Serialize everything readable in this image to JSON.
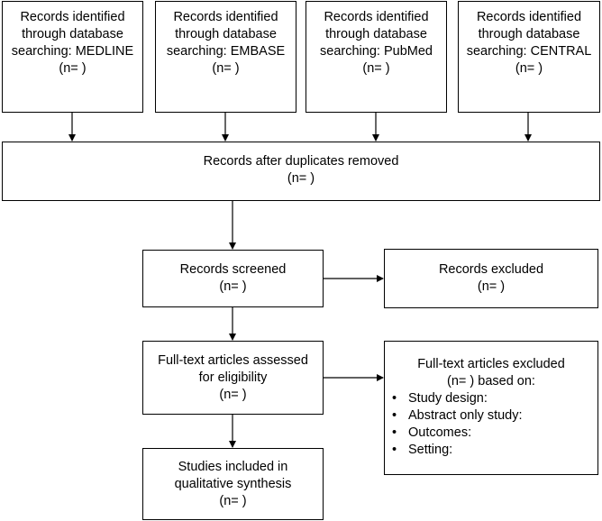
{
  "sources": [
    {
      "line1": "Records identified",
      "line2": "through database",
      "line3": "searching: MEDLINE",
      "count": "(n= )"
    },
    {
      "line1": "Records identified",
      "line2": "through database",
      "line3": "searching: EMBASE",
      "count": "(n= )"
    },
    {
      "line1": "Records identified",
      "line2": "through database",
      "line3": "searching: PubMed",
      "count": "(n= )"
    },
    {
      "line1": "Records identified",
      "line2": "through database",
      "line3": "searching: CENTRAL",
      "count": "(n= )"
    }
  ],
  "dedup": {
    "label": "Records after duplicates removed",
    "count": "(n= )"
  },
  "screened": {
    "label": "Records screened",
    "count": "(n= )"
  },
  "excluded": {
    "label": "Records excluded",
    "count": "(n= )"
  },
  "fulltext": {
    "line1": "Full-text articles assessed",
    "line2": "for eligibility",
    "count": "(n= )"
  },
  "fulltext_excluded": {
    "label": "Full-text articles excluded",
    "count_line": "(n= ) based on:",
    "reasons": [
      "Study design:",
      "Abstract only study:",
      "Outcomes:",
      "Setting:"
    ]
  },
  "included": {
    "line1": "Studies included in",
    "line2": "qualitative synthesis",
    "count": "(n= )"
  }
}
